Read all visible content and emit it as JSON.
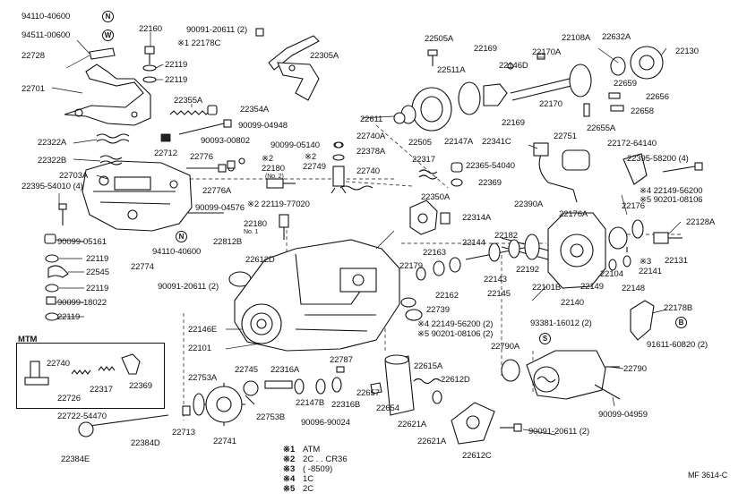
{
  "figure_code": "MF 3614-C",
  "mtm_box_title": "MTM",
  "legend": [
    {
      "mark": "※1",
      "text": "ATM"
    },
    {
      "mark": "※2",
      "text": "2C . . CR36"
    },
    {
      "mark": "※3",
      "text": "(      -8509)"
    },
    {
      "mark": "※4",
      "text": "1C"
    },
    {
      "mark": "※5",
      "text": "2C"
    }
  ],
  "circled_markers": [
    {
      "id": "N1",
      "letter": "N"
    },
    {
      "id": "W1",
      "letter": "W"
    },
    {
      "id": "N2",
      "letter": "N"
    },
    {
      "id": "S1",
      "letter": "S"
    },
    {
      "id": "B1",
      "letter": "B"
    }
  ],
  "labels": [
    {
      "id": "l001",
      "text": "94110-40600"
    },
    {
      "id": "l002",
      "text": "94511-00600"
    },
    {
      "id": "l003",
      "text": "22160"
    },
    {
      "id": "l004",
      "text": "22728"
    },
    {
      "id": "l005",
      "text": "22119"
    },
    {
      "id": "l006",
      "text": "22119"
    },
    {
      "id": "l007",
      "text": "22701"
    },
    {
      "id": "l008",
      "text": "90091-20611 (2)"
    },
    {
      "id": "l009",
      "text": "※1  22178C"
    },
    {
      "id": "l010",
      "text": "22305A"
    },
    {
      "id": "l011",
      "text": "22355A"
    },
    {
      "id": "l012",
      "text": "22354A"
    },
    {
      "id": "l013",
      "text": "90099-04948"
    },
    {
      "id": "l014",
      "text": "22322A"
    },
    {
      "id": "l015",
      "text": "22712"
    },
    {
      "id": "l016",
      "text": "90093-00802"
    },
    {
      "id": "l017",
      "text": "90099-05140"
    },
    {
      "id": "l018",
      "text": "22322B"
    },
    {
      "id": "l019",
      "text": "22776"
    },
    {
      "id": "l020",
      "text": "※2"
    },
    {
      "id": "l021",
      "text": "22180"
    },
    {
      "id": "l022",
      "text": "(No. 2)"
    },
    {
      "id": "l023",
      "text": "※2"
    },
    {
      "id": "l024",
      "text": "22749"
    },
    {
      "id": "l025",
      "text": "22703A"
    },
    {
      "id": "l026",
      "text": "22395-54010 (4)"
    },
    {
      "id": "l027",
      "text": "22776A"
    },
    {
      "id": "l028",
      "text": "※2  22119-77020"
    },
    {
      "id": "l029",
      "text": "90099-04576"
    },
    {
      "id": "l030",
      "text": "22180"
    },
    {
      "id": "l031",
      "text": "No. 1"
    },
    {
      "id": "l032",
      "text": "90099-05161"
    },
    {
      "id": "l033",
      "text": "22812B"
    },
    {
      "id": "l034",
      "text": "22119"
    },
    {
      "id": "l035",
      "text": "94110-40600"
    },
    {
      "id": "l036",
      "text": "22545"
    },
    {
      "id": "l037",
      "text": "22774"
    },
    {
      "id": "l038",
      "text": "22612D"
    },
    {
      "id": "l039",
      "text": "22119"
    },
    {
      "id": "l040",
      "text": "90091-20611 (2)"
    },
    {
      "id": "l041",
      "text": "90099-18022"
    },
    {
      "id": "l042",
      "text": "22119"
    },
    {
      "id": "l043",
      "text": "22146E"
    },
    {
      "id": "l044",
      "text": "22101"
    },
    {
      "id": "l045",
      "text": "22740"
    },
    {
      "id": "l046",
      "text": "22726"
    },
    {
      "id": "l047",
      "text": "22317"
    },
    {
      "id": "l048",
      "text": "22369"
    },
    {
      "id": "l049",
      "text": "22722-54470"
    },
    {
      "id": "l050",
      "text": "22384D"
    },
    {
      "id": "l051",
      "text": "22384E"
    },
    {
      "id": "l052",
      "text": "22745"
    },
    {
      "id": "l053",
      "text": "22316A"
    },
    {
      "id": "l054",
      "text": "22753A"
    },
    {
      "id": "l055",
      "text": "22787"
    },
    {
      "id": "l056",
      "text": "22147B"
    },
    {
      "id": "l057",
      "text": "22316B"
    },
    {
      "id": "l058",
      "text": "22753B"
    },
    {
      "id": "l059",
      "text": "90096-90024"
    },
    {
      "id": "l060",
      "text": "22713"
    },
    {
      "id": "l061",
      "text": "22741"
    },
    {
      "id": "l062",
      "text": "22657"
    },
    {
      "id": "l063",
      "text": "22654"
    },
    {
      "id": "l064",
      "text": "22615A"
    },
    {
      "id": "l065",
      "text": "22612D"
    },
    {
      "id": "l066",
      "text": "22621A"
    },
    {
      "id": "l067",
      "text": "22621A"
    },
    {
      "id": "l068",
      "text": "22612C"
    },
    {
      "id": "l069",
      "text": "22505A"
    },
    {
      "id": "l070",
      "text": "22169"
    },
    {
      "id": "l071",
      "text": "22170A"
    },
    {
      "id": "l072",
      "text": "22108A"
    },
    {
      "id": "l073",
      "text": "22632A"
    },
    {
      "id": "l074",
      "text": "22130"
    },
    {
      "id": "l075",
      "text": "22511A"
    },
    {
      "id": "l076",
      "text": "22146D"
    },
    {
      "id": "l077",
      "text": "22659"
    },
    {
      "id": "l078",
      "text": "22656"
    },
    {
      "id": "l079",
      "text": "22658"
    },
    {
      "id": "l080",
      "text": "22611"
    },
    {
      "id": "l081",
      "text": "22169"
    },
    {
      "id": "l082",
      "text": "22170"
    },
    {
      "id": "l083",
      "text": "22655A"
    },
    {
      "id": "l084",
      "text": "22505"
    },
    {
      "id": "l085",
      "text": "22147A"
    },
    {
      "id": "l086",
      "text": "22341C"
    },
    {
      "id": "l087",
      "text": "22751"
    },
    {
      "id": "l088",
      "text": "22172-64140"
    },
    {
      "id": "l089",
      "text": "22740A"
    },
    {
      "id": "l090",
      "text": "22378A"
    },
    {
      "id": "l091",
      "text": "22740"
    },
    {
      "id": "l092",
      "text": "22317"
    },
    {
      "id": "l093",
      "text": "22365-54040"
    },
    {
      "id": "l094",
      "text": "22369"
    },
    {
      "id": "l095",
      "text": "22395-58200 (4)"
    },
    {
      "id": "l096",
      "text": "22350A"
    },
    {
      "id": "l097",
      "text": "※4  22149-56200"
    },
    {
      "id": "l098",
      "text": "※5  90201-08106"
    },
    {
      "id": "l099",
      "text": "22390A"
    },
    {
      "id": "l100",
      "text": "22176A"
    },
    {
      "id": "l101",
      "text": "22176"
    },
    {
      "id": "l102",
      "text": "22128A"
    },
    {
      "id": "l103",
      "text": "22314A"
    },
    {
      "id": "l104",
      "text": "22144"
    },
    {
      "id": "l105",
      "text": "22182"
    },
    {
      "id": "l106",
      "text": "22163"
    },
    {
      "id": "l107",
      "text": "22179"
    },
    {
      "id": "l108",
      "text": "22192"
    },
    {
      "id": "l109",
      "text": "22143"
    },
    {
      "id": "l110",
      "text": "22104"
    },
    {
      "id": "l111",
      "text": "※3"
    },
    {
      "id": "l112",
      "text": "22131"
    },
    {
      "id": "l113",
      "text": "22141"
    },
    {
      "id": "l114",
      "text": "22162"
    },
    {
      "id": "l115",
      "text": "22145"
    },
    {
      "id": "l116",
      "text": "22101B"
    },
    {
      "id": "l117",
      "text": "22149"
    },
    {
      "id": "l118",
      "text": "22148"
    },
    {
      "id": "l119",
      "text": "22739"
    },
    {
      "id": "l120",
      "text": "22140"
    },
    {
      "id": "l121",
      "text": "※4  22149-56200 (2)"
    },
    {
      "id": "l122",
      "text": "※5  90201-08106 (2)"
    },
    {
      "id": "l123",
      "text": "93381-16012 (2)"
    },
    {
      "id": "l124",
      "text": "22178B"
    },
    {
      "id": "l125",
      "text": "22790A"
    },
    {
      "id": "l126",
      "text": "91611-60820 (2)"
    },
    {
      "id": "l127",
      "text": "22790"
    },
    {
      "id": "l128",
      "text": "90099-04959"
    },
    {
      "id": "l129",
      "text": "90091-20611 (2)"
    }
  ],
  "colors": {
    "ink": "#111111",
    "paper": "#ffffff"
  }
}
